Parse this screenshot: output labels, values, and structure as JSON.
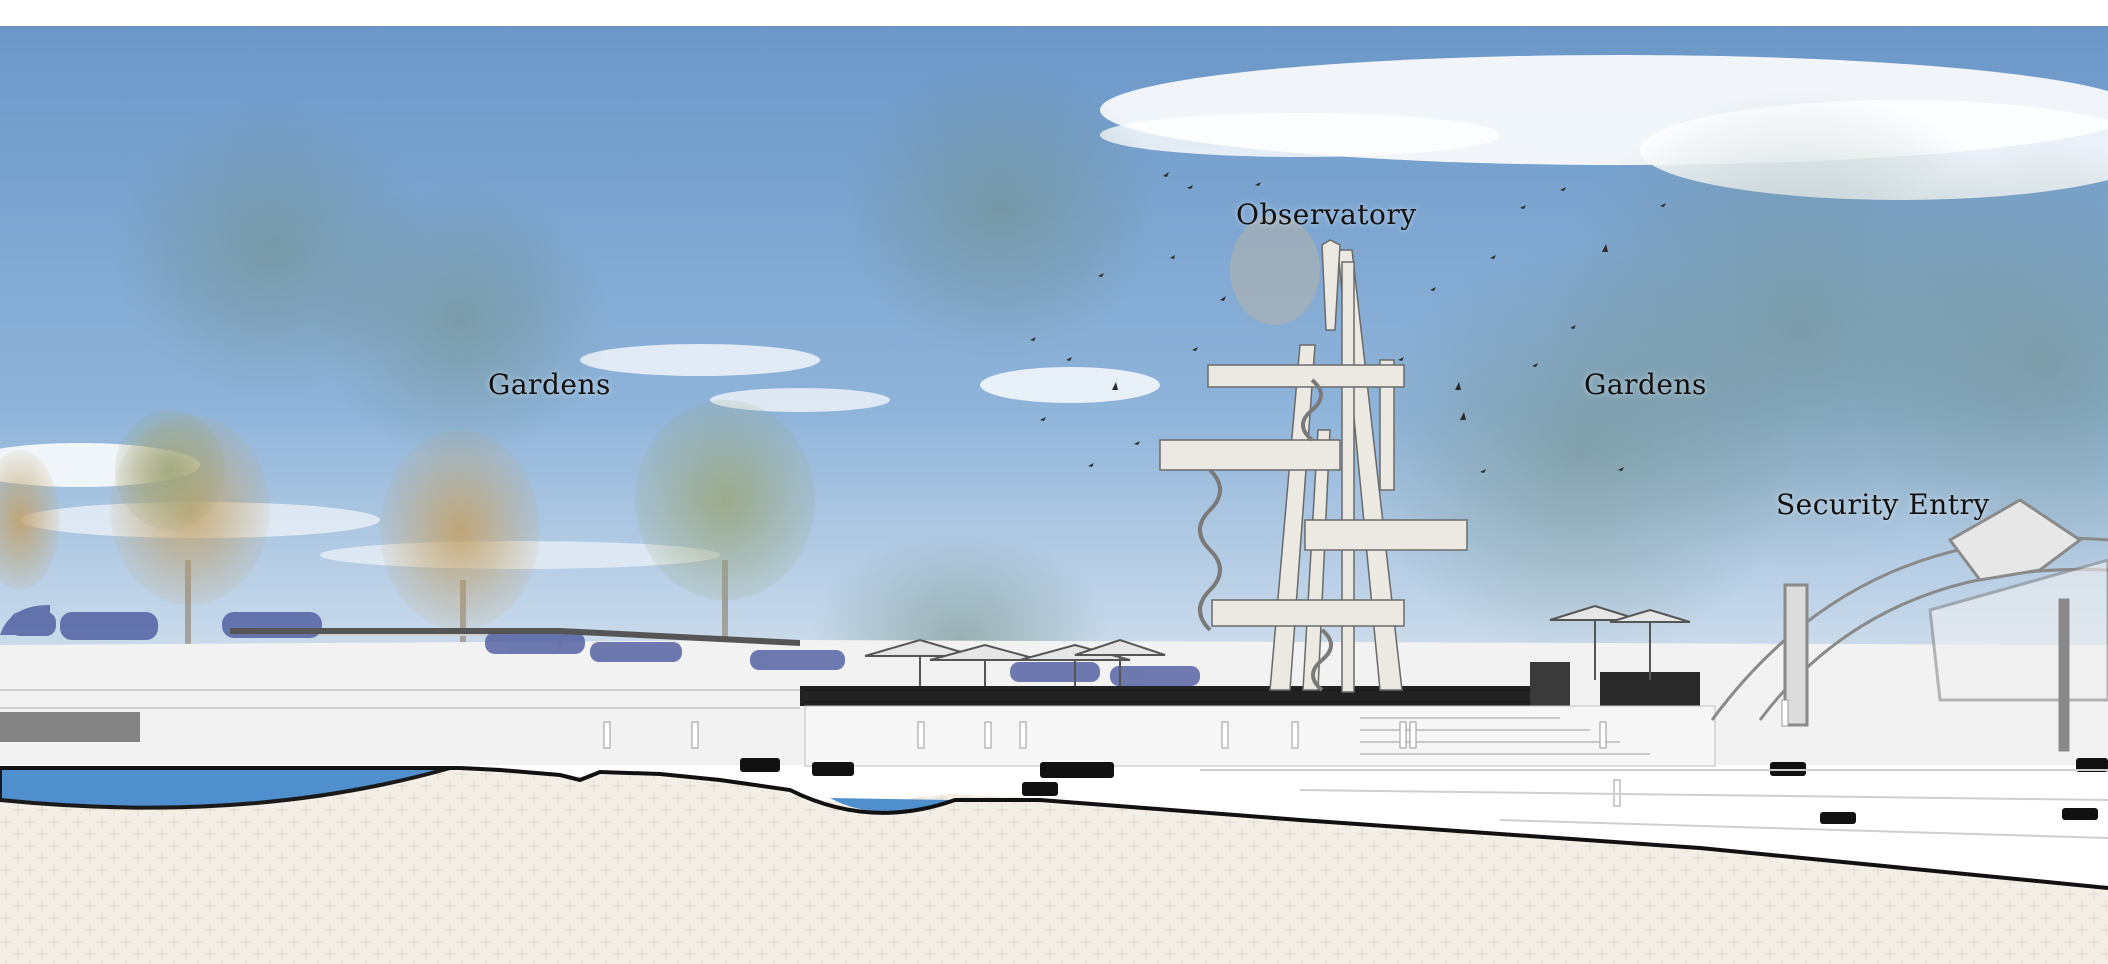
{
  "labels": {
    "gardens_left": "Gardens",
    "observatory": "Observatory",
    "gardens_right": "Gardens",
    "security_entry": "Security Entry"
  },
  "colors": {
    "sky_top": "#6f9ac9",
    "sky_bottom": "#d6e4f0",
    "water": "#4f8fcd",
    "ground_hatch": "#efe9df",
    "tower": "#e9e6e1",
    "deck_rail": "#1b1b1b",
    "car": "#4b5a9e"
  }
}
